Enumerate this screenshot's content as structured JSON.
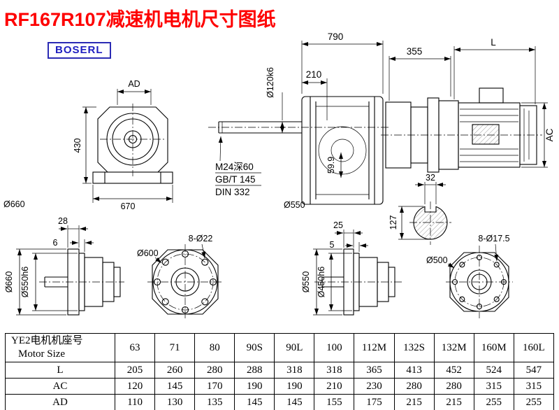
{
  "page": {
    "title": "RF167R107减速机电机尺寸图纸",
    "logo": "BOSERL"
  },
  "colors": {
    "title_red": "#fe0000",
    "logo_blue": "#1f1fc0",
    "line_black": "#000000"
  },
  "drawing": {
    "front_view": {
      "ad": "AD",
      "h430": "430",
      "w670": "670",
      "d660": "Ø660"
    },
    "side_view": {
      "w790": "790",
      "w210": "210",
      "shaft_dia": "Ø120k6",
      "center_hole": "M24深60",
      "std1": "GB/T 145",
      "std2": "DIN 332",
      "h599": "59.9",
      "d550": "Ø550"
    },
    "motor_view": {
      "w355": "355",
      "len": "L",
      "ac": "AC"
    },
    "shaft_section": {
      "key_w": "32",
      "h127": "127"
    },
    "flange_side_a": {
      "t28": "28",
      "t6": "6",
      "d660": "Ø660",
      "d550h6": "Ø550h6"
    },
    "flange_face_a": {
      "d600": "Ø600",
      "holes": "8-Ø22"
    },
    "flange_side_b": {
      "t25": "25",
      "t5": "5",
      "d550": "Ø550",
      "d450h6": "Ø450h6"
    },
    "flange_face_b": {
      "d500": "Ø500",
      "holes": "8-Ø17.5"
    }
  },
  "table": {
    "header_cn": "YE2电机机座号",
    "header_en": "Motor Size",
    "sizes": [
      "63",
      "71",
      "80",
      "90S",
      "90L",
      "100",
      "112M",
      "132S",
      "132M",
      "160M",
      "160L"
    ],
    "rows": [
      {
        "label": "L",
        "values": [
          "205",
          "260",
          "280",
          "288",
          "318",
          "318",
          "365",
          "413",
          "452",
          "524",
          "547"
        ]
      },
      {
        "label": "AC",
        "values": [
          "120",
          "145",
          "170",
          "190",
          "190",
          "210",
          "230",
          "280",
          "280",
          "315",
          "315"
        ]
      },
      {
        "label": "AD",
        "values": [
          "110",
          "130",
          "135",
          "145",
          "145",
          "155",
          "175",
          "215",
          "215",
          "255",
          "255"
        ]
      }
    ]
  }
}
